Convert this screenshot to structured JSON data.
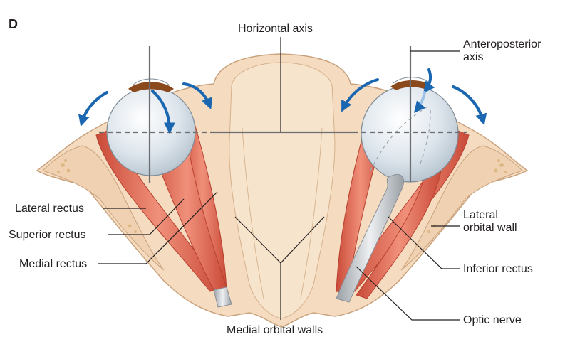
{
  "panel_letter": "D",
  "labels": {
    "horizontal_axis": "Horizontal axis",
    "anteroposterior_axis_line1": "Anteroposterior",
    "anteroposterior_axis_line2": "axis",
    "lateral_rectus": "Lateral rectus",
    "superior_rectus": "Superior rectus",
    "medial_rectus": "Medial rectus",
    "lateral_orbital_wall_line1": "Lateral",
    "lateral_orbital_wall_line2": "orbital wall",
    "inferior_rectus": "Inferior rectus",
    "optic_nerve": "Optic nerve",
    "medial_orbital_walls": "Medial orbital walls"
  },
  "colors": {
    "bone": "#f5dcc0",
    "bone_edge": "#c9a27c",
    "muscle": "#e8806c",
    "muscle_dark": "#c9503e",
    "eyeball": "#e4ebf0",
    "iris": "#8a4a1c",
    "nerve": "#c8ccd0",
    "arrow": "#1a66b0",
    "arrow_light": "#9cc2e8",
    "leader": "#231f20"
  }
}
